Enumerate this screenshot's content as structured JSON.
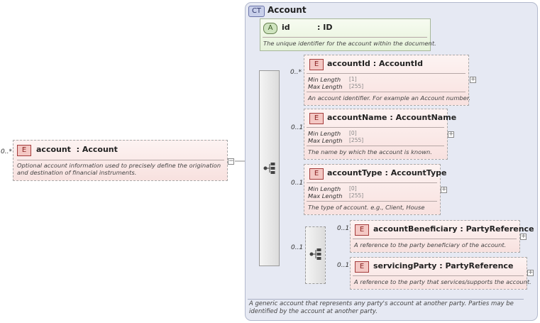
{
  "root": {
    "multiplicity": "0..*",
    "badge": "E",
    "name": "account",
    "type": ": Account",
    "description": "Optional account information used to precisely define the origination and destination of financial instruments.",
    "toggle": "−"
  },
  "complex_type": {
    "badge": "CT",
    "name": "Account",
    "description": "A generic account that represents any party's account at another party. Parties may be identified by the account at another party."
  },
  "attribute": {
    "badge": "A",
    "name": "id",
    "type": ": ID",
    "description": "The unique identifier for the account within the document."
  },
  "sequence_multiplicity": "0..1",
  "elements": [
    {
      "multiplicity": "0..*",
      "badge": "E",
      "name": "accountId",
      "type": ": AccountId",
      "facets": [
        {
          "key": "Min Length",
          "value": "[1]"
        },
        {
          "key": "Max Length",
          "value": "[255]"
        }
      ],
      "description": "An account identifier. For example an Account number.",
      "toggle": "+"
    },
    {
      "multiplicity": "0..1",
      "badge": "E",
      "name": "accountName",
      "type": ": AccountName",
      "facets": [
        {
          "key": "Min Length",
          "value": "[0]"
        },
        {
          "key": "Max Length",
          "value": "[255]"
        }
      ],
      "description": "The name by which the account is known.",
      "toggle": "+"
    },
    {
      "multiplicity": "0..1",
      "badge": "E",
      "name": "accountType",
      "type": ": AccountType",
      "facets": [
        {
          "key": "Min Length",
          "value": "[0]"
        },
        {
          "key": "Max Length",
          "value": "[255]"
        }
      ],
      "description": "The type of account. e.g., Client, House",
      "toggle": "+"
    },
    {
      "multiplicity": "0..1",
      "badge": "E",
      "name": "accountBeneficiary",
      "type": ": PartyReference",
      "description": "A reference to the party beneficiary of the account.",
      "toggle": "+"
    },
    {
      "multiplicity": "0..1",
      "badge": "E",
      "name": "servicingParty",
      "type": ": PartyReference",
      "description": "A reference to the party that services/supports the account.",
      "toggle": "+"
    }
  ],
  "icons": {
    "sequence": "sequence-compositor-icon",
    "expand": "plus-icon",
    "collapse": "minus-icon"
  },
  "colors": {
    "element_fill": "#f8e1df",
    "attribute_fill": "#e6f3da",
    "complex_type_fill": "#e6e9f3"
  }
}
